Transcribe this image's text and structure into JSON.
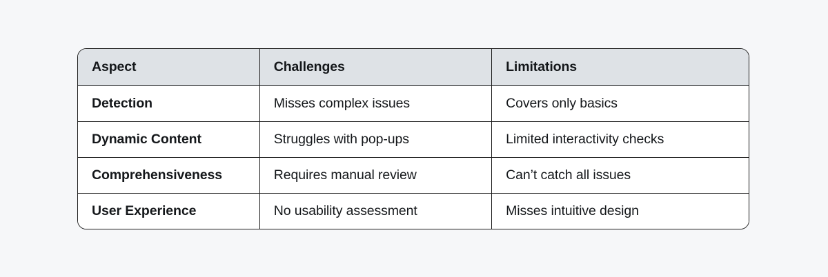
{
  "page": {
    "background_color": "#f6f7f9"
  },
  "table": {
    "name": "aspect-challenges-limitations-table",
    "border_color": "#1b1b1b",
    "header_background_color": "#dee2e6",
    "body_background_color": "#ffffff",
    "text_color": "#14171a",
    "columns": [
      "Aspect",
      "Challenges",
      "Limitations"
    ],
    "rows": [
      {
        "aspect": "Detection",
        "challenges": "Misses complex issues",
        "limitations": "Covers only basics"
      },
      {
        "aspect": "Dynamic Content",
        "challenges": "Struggles with pop-ups",
        "limitations": "Limited interactivity checks"
      },
      {
        "aspect": "Comprehensiveness",
        "challenges": "Requires manual review",
        "limitations": "Can’t catch all issues"
      },
      {
        "aspect": "User Experience",
        "challenges": "No usability assessment",
        "limitations": "Misses intuitive design"
      }
    ]
  }
}
